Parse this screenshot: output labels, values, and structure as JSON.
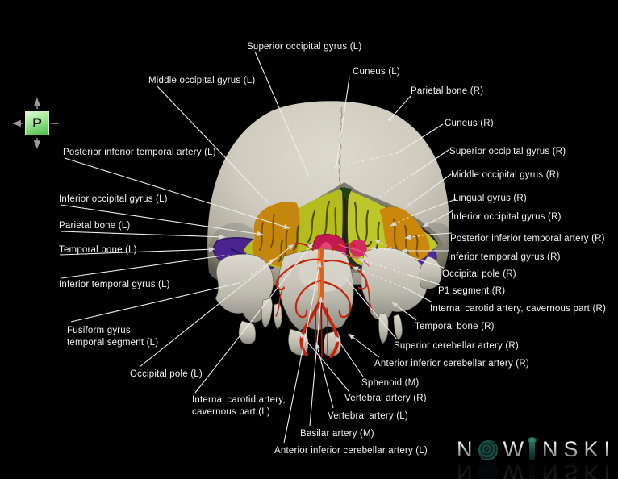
{
  "view": {
    "orientation_letter": "P"
  },
  "logo": {
    "text": "NOWINSKI",
    "letters": [
      "N",
      "O",
      "W",
      "I",
      "N",
      "S",
      "K",
      "I"
    ]
  },
  "colors": {
    "background": "#000000",
    "skull": "#cdcabd",
    "brain_yellow_green": "#b8c120",
    "brain_orange": "#c5860e",
    "temporal_purple": "#4a2391",
    "artery_red": "#c5250f",
    "basilar_orange": "#d9611f",
    "pca_crimson": "#c21950",
    "label_text": "#f2f2f2",
    "marker_green": "#4db947"
  },
  "labels": [
    {
      "text": "Superior occipital gyrus (L)"
    },
    {
      "text": "Middle occipital gyrus (L)"
    },
    {
      "text": "Cuneus (L)"
    },
    {
      "text": "Posterior inferior temporal artery (L)"
    },
    {
      "text": "Inferior occipital gyrus (L)"
    },
    {
      "text": "Parietal bone (L)"
    },
    {
      "text": "Temporal bone (L)"
    },
    {
      "text": "Inferior temporal gyrus (L)"
    },
    {
      "text": "Fusiform gyrus,\ntemporal segment (L)"
    },
    {
      "text": "Occipital pole (L)"
    },
    {
      "text": "Internal carotid artery,\ncavernous part (L)"
    },
    {
      "text": "Anterior inferior cerebellar artery (L)"
    },
    {
      "text": "Basilar artery (M)"
    },
    {
      "text": "Vertebral artery (L)"
    },
    {
      "text": "Vertebral artery (R)"
    },
    {
      "text": "Sphenoid (M)"
    },
    {
      "text": "Anterior inferior cerebellar artery (R)"
    },
    {
      "text": "Superior cerebellar artery (R)"
    },
    {
      "text": "Temporal bone (R)"
    },
    {
      "text": "Internal carotid artery, cavernous part (R)"
    },
    {
      "text": "P1 segment (R)"
    },
    {
      "text": "Occipital pole (R)"
    },
    {
      "text": "Inferior temporal gyrus (R)"
    },
    {
      "text": "Posterior inferior temporal artery (R)"
    },
    {
      "text": "Inferior occipital gyrus (R)"
    },
    {
      "text": "Lingual gyrus (R)"
    },
    {
      "text": "Middle occipital gyrus (R)"
    },
    {
      "text": "Superior occipital gyrus (R)"
    },
    {
      "text": "Cuneus (R)"
    },
    {
      "text": "Parietal bone (R)"
    }
  ]
}
